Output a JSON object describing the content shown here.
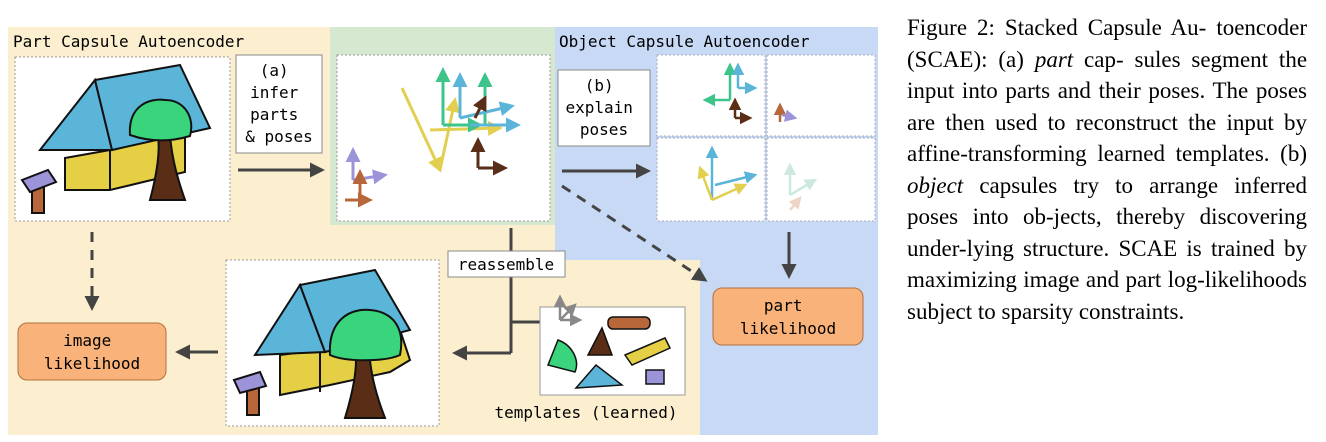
{
  "diagram": {
    "title_part": "Part Capsule Autoencoder",
    "title_object": "Object Capsule Autoencoder",
    "step_a": [
      "(a)",
      "infer",
      "parts",
      "& poses"
    ],
    "step_b": [
      "(b)",
      "explain",
      "poses"
    ],
    "reassemble_label": "reassemble",
    "templates_label": "templates (learned)",
    "image_likelihood": [
      "image",
      "likelihood"
    ],
    "part_likelihood": [
      "part",
      "likelihood"
    ]
  },
  "caption": {
    "label": "Figure 2:",
    "line1": " Stacked Capsule Au-",
    "line2a": "toencoder (",
    "abbr": "SCAE",
    "line2b": "): (a) ",
    "part_word": "part",
    "line2c": " cap-",
    "body1": "sules segment the input into parts and their poses. The poses are then used to reconstruct the input by affine-transforming learned templates. (b) ",
    "object_word": "object",
    "body2": " capsules try to arrange inferred poses into ob-jects, thereby discovering under-lying structure. ",
    "abbr2": "SCAE",
    "body3": " is trained by maximizing image and part log-likelihoods subject to sparsity constraints."
  },
  "colors": {
    "part_bg": "#fcefd0",
    "green_bg": "#d6e8d0",
    "object_bg": "#c7d9f5",
    "orange_box": "#f9b279",
    "roof": "#5bb5d9",
    "wall": "#e5cf45",
    "tree_top": "#3ad47d",
    "trunk": "#5a2d16",
    "hammer_head": "#9c94d8",
    "hammer_handle": "#b8673a"
  }
}
